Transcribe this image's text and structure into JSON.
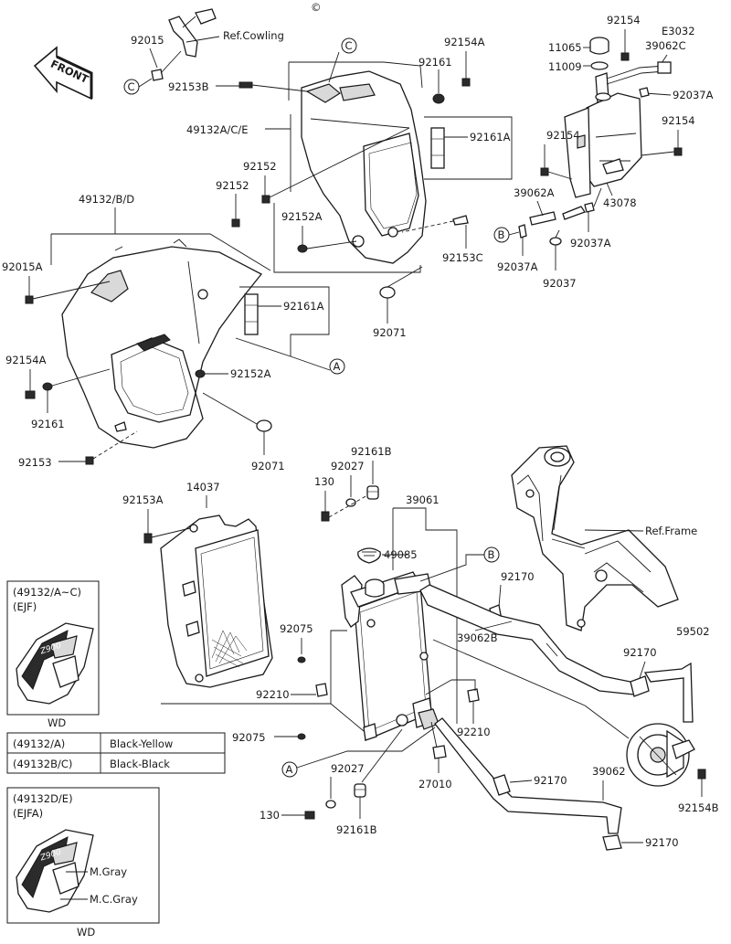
{
  "header": {
    "copyright_mark": "©"
  },
  "orientation": {
    "front_label": "FRONT"
  },
  "references": {
    "cowling": "Ref.Cowling",
    "frame": "Ref.Frame",
    "revision": "E3032"
  },
  "callouts": {
    "a": "A",
    "b": "B",
    "c": "C"
  },
  "part_numbers": {
    "p92015": "92015",
    "p92015a": "92015A",
    "p92153b": "92153B",
    "p49132ace": "49132A/C/E",
    "p92161_1": "92161",
    "p92154a": "92154A",
    "p92161a_1": "92161A",
    "p92152_1": "92152",
    "p92152_2": "92152",
    "p92152a_1": "92152A",
    "p92153c": "92153C",
    "p92071_1": "92071",
    "p49132bd": "49132/B/D",
    "p92161a_2": "92161A",
    "p92154a_2": "92154A",
    "p92161_2": "92161",
    "p92152a_2": "92152A",
    "p92153": "92153",
    "p92071_2": "92071",
    "p92154_1": "92154",
    "p11065": "11065",
    "p39062c": "39062C",
    "p11009": "11009",
    "p92037a_1": "92037A",
    "p92154_2": "92154",
    "p92154_3": "92154",
    "p43078": "43078",
    "p39062a": "39062A",
    "p92037a_2": "92037A",
    "p92037a_3": "92037A",
    "p92037": "92037",
    "p92161b_1": "92161B",
    "p130_1": "130",
    "p92027_1": "92027",
    "p39061": "39061",
    "p92153a": "92153A",
    "p14037": "14037",
    "p49085": "49085",
    "p92170_1": "92170",
    "p92075_1": "92075",
    "p39062b": "39062B",
    "p92210_1": "92210",
    "p92075_2": "92075",
    "p92210_2": "92210",
    "p92027_2": "92027",
    "p27010": "27010",
    "p130_2": "130",
    "p92161b_2": "92161B",
    "p92170_2": "92170",
    "p92170_3": "92170",
    "p39062": "39062",
    "p92170_4": "92170",
    "p59502": "59502",
    "p92154b": "92154B"
  },
  "inset_ejf": {
    "code": "(49132/A~C)",
    "market": "(EJF)",
    "footer": "WD"
  },
  "color_table": {
    "rows": [
      {
        "code": "(49132/A)",
        "color": "Black-Yellow"
      },
      {
        "code": "(49132B/C)",
        "color": "Black-Black"
      }
    ]
  },
  "inset_ejfa": {
    "code": "(49132D/E)",
    "market": "(EJFA)",
    "color_1": "M.Gray",
    "color_2": "M.C.Gray",
    "footer": "WD"
  },
  "colors": {
    "ink": "#1a1a1a",
    "paper": "#ffffff",
    "shade": "#d9d9d9"
  }
}
